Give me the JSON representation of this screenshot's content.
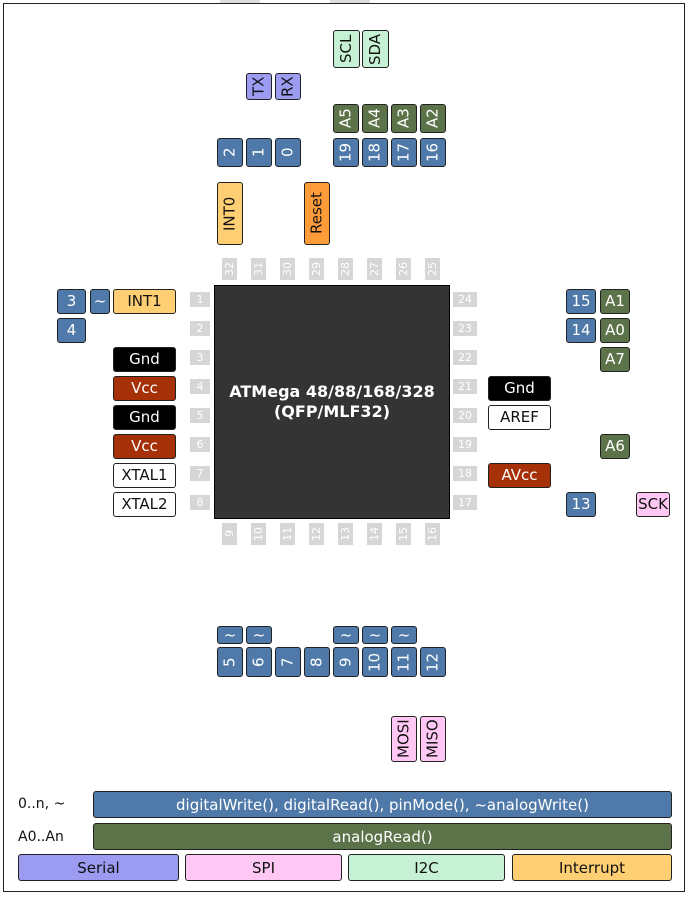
{
  "chip": {
    "name_line1": "ATMega 48/88/168/328",
    "name_line2": "(QFP/MLF32)"
  },
  "pin_numbers": {
    "left": [
      "1",
      "2",
      "3",
      "4",
      "5",
      "6",
      "7",
      "8"
    ],
    "bottom": [
      "9",
      "10",
      "11",
      "12",
      "13",
      "14",
      "15",
      "16"
    ],
    "right": [
      "17",
      "18",
      "19",
      "20",
      "21",
      "22",
      "23",
      "24"
    ],
    "top": [
      "25",
      "26",
      "27",
      "28",
      "29",
      "30",
      "31",
      "32"
    ]
  },
  "labels": {
    "scl": "SCL",
    "sda": "SDA",
    "tx": "TX",
    "rx": "RX",
    "a5": "A5",
    "a4": "A4",
    "a3": "A3",
    "a2": "A2",
    "d2": "2",
    "d1": "1",
    "d0": "0",
    "d19": "19",
    "d18": "18",
    "d17": "17",
    "d16": "16",
    "int0": "INT0",
    "reset": "Reset",
    "d3": "3",
    "pwm_tilde": "~",
    "int1": "INT1",
    "d4": "4",
    "gnd": "Gnd",
    "vcc": "Vcc",
    "xtal1": "XTAL1",
    "xtal2": "XTAL2",
    "d15": "15",
    "a1": "A1",
    "d14": "14",
    "a0": "A0",
    "a7": "A7",
    "aref": "AREF",
    "a6": "A6",
    "avcc": "AVcc",
    "d13": "13",
    "sck": "SCK",
    "d5": "5",
    "d6": "6",
    "d7": "7",
    "d8": "8",
    "d9": "9",
    "d10": "10",
    "d11": "11",
    "d12": "12",
    "mosi": "MOSI",
    "miso": "MISO"
  },
  "legend": {
    "digital_label": "0..n, ~",
    "digital_desc": "digitalWrite(), digitalRead(), pinMode(), ~analogWrite()",
    "analog_label": "A0..An",
    "analog_desc": "analogRead()",
    "serial": "Serial",
    "spi": "SPI",
    "i2c": "I2C",
    "interrupt": "Interrupt"
  },
  "colors": {
    "digital": "#4f79a8",
    "analog": "#5c7349",
    "serial": "#9b9bf2",
    "spi": "#ffc8f4",
    "i2c": "#c7f1d4",
    "interrupt": "#ffcf73",
    "reset": "#ff9c3a",
    "gnd": "#000000",
    "power": "#a63007",
    "chip": "#343434"
  }
}
